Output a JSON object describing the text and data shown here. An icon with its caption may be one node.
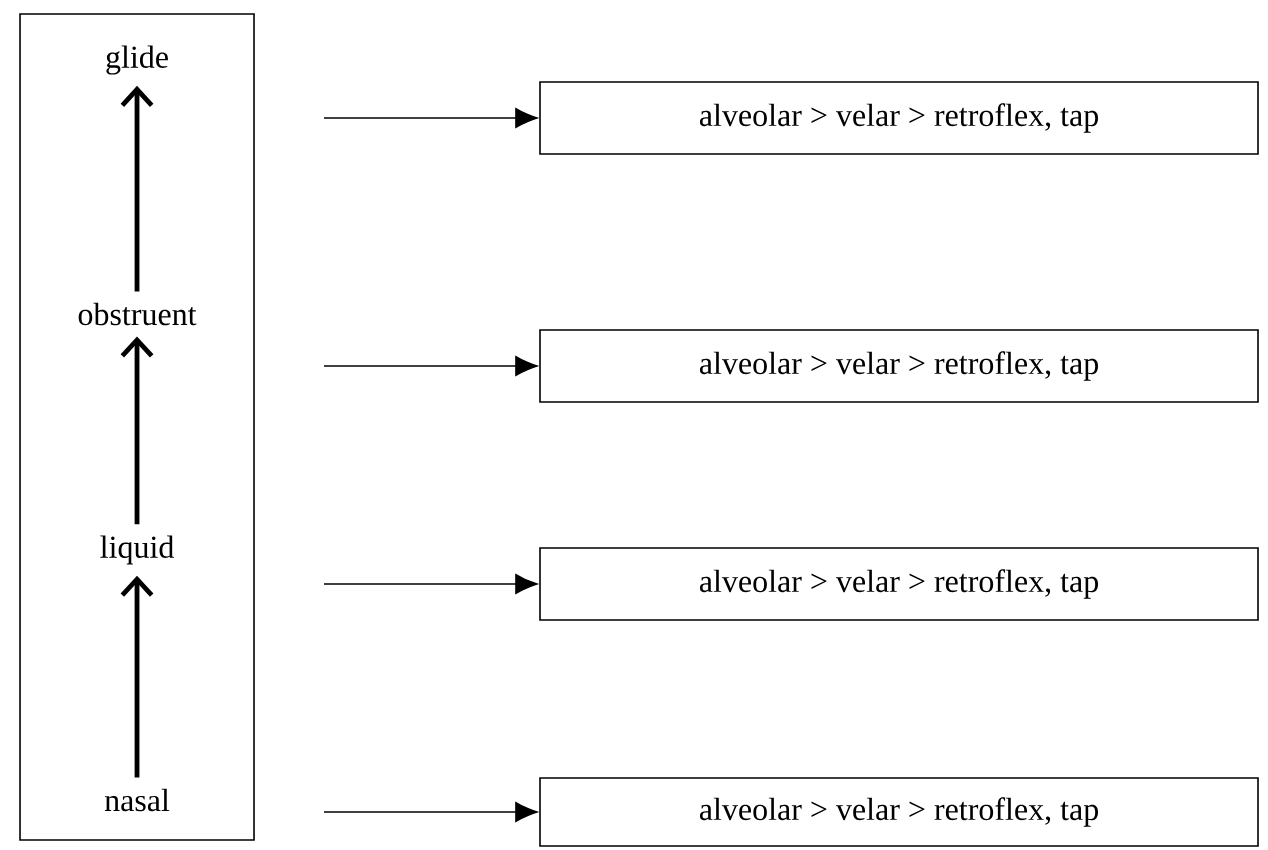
{
  "diagram": {
    "nodes": [
      {
        "text": [],
        "shape": "box"
      },
      {
        "text": [
          "glide"
        ],
        "in": 0
      },
      {
        "text": [
          "obstruent"
        ],
        "in": 0
      },
      {
        "text": [
          "liquid"
        ],
        "in": 0
      },
      {
        "text": [
          "nasal"
        ],
        "in": 0
      },
      {
        "text": [
          "alveolar > velar > retroflex, tap"
        ]
      },
      {
        "text": [
          "alveolar > velar > retroflex, tap"
        ]
      },
      {
        "text": [
          "alveolar > velar > retroflex, tap"
        ]
      },
      {
        "text": [
          "alveolar > velar > retroflex, tap"
        ]
      }
    ],
    "edges": [
      {
        "from": 4,
        "to": 3,
        "arrow": "to",
        "style": "thick"
      },
      {
        "from": 3,
        "to": 2,
        "arrow": "to",
        "style": "thick"
      },
      {
        "from": 2,
        "to": 1,
        "arrow": "to",
        "style": "thick"
      },
      {
        "from": null,
        "to": 5,
        "arrow": "to"
      },
      {
        "from": null,
        "to": 6,
        "arrow": "to"
      },
      {
        "from": null,
        "to": 7,
        "arrow": "to"
      },
      {
        "from": null,
        "to": 8,
        "arrow": "to"
      }
    ]
  }
}
